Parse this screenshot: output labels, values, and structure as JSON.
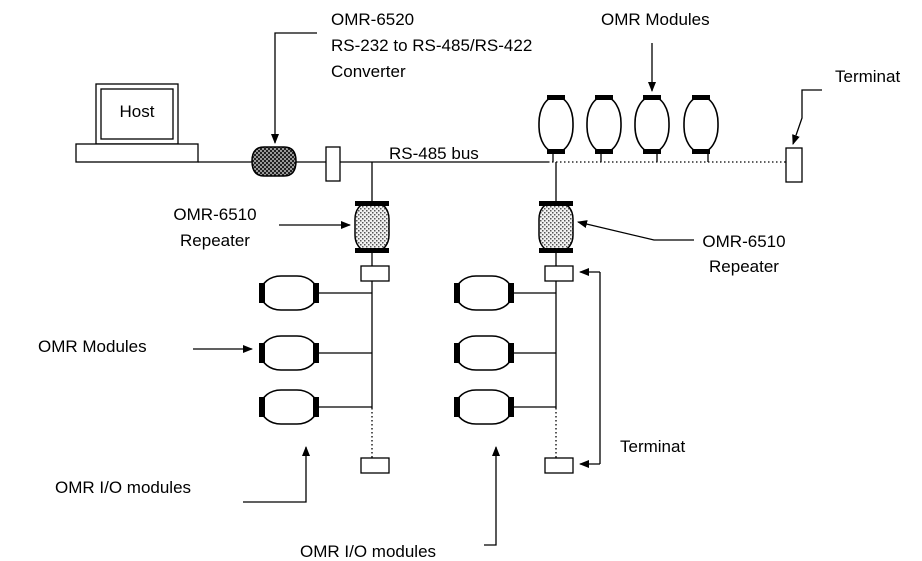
{
  "labels": {
    "host": "Host",
    "converter_model": "OMR-6520",
    "converter_desc": "RS-232 to RS-485/RS-422",
    "converter_type": "Converter",
    "omr_modules_top": "OMR Modules",
    "terminator_top": "Terminat",
    "bus": "RS-485 bus",
    "repeater_left_model": "OMR-6510",
    "repeater_left_type": "Repeater",
    "repeater_right_model": "OMR-6510",
    "repeater_right_type": "Repeater",
    "omr_modules_left": "OMR Modules",
    "terminator_right": "Terminat",
    "io_modules_left": "OMR I/O modules",
    "io_modules_bottom": "OMR I/O modules"
  },
  "colors": {
    "line": "#000000",
    "background": "#ffffff",
    "converter_fill": "#555555",
    "repeater_fill": "#d8d8d8"
  }
}
